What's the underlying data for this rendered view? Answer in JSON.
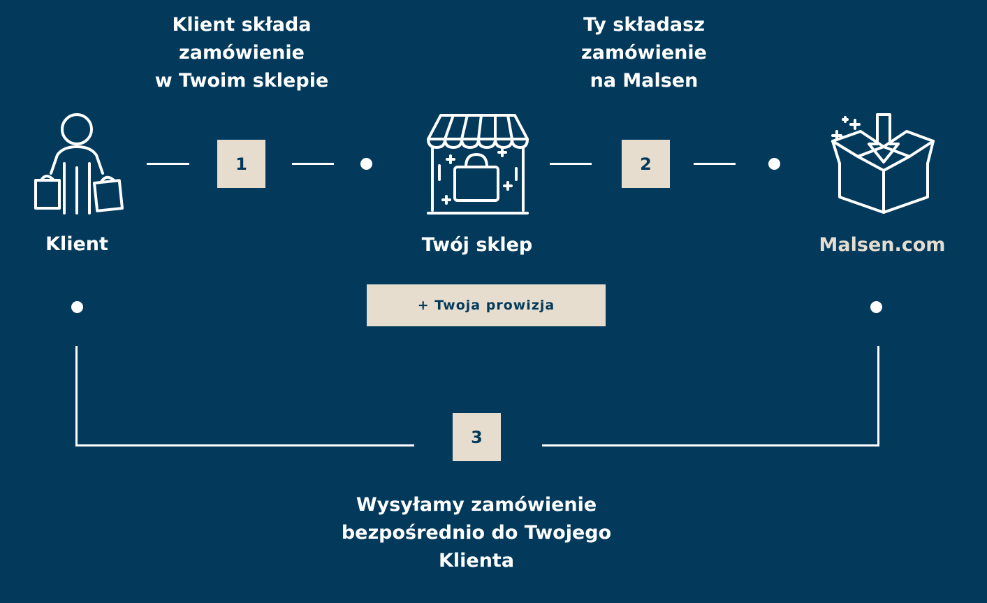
{
  "steps": {
    "step1": {
      "number": "1",
      "text": "Klient składa\nzamówienie\nw Twoim sklepie"
    },
    "step2": {
      "number": "2",
      "text": "Ty składasz\nzamówienie\nna Malsen"
    },
    "step3": {
      "number": "3",
      "text": "Wysyłamy zamówienie\nbezpośrednio do Twojego\nKlienta"
    }
  },
  "nodes": {
    "klient": {
      "label": "Klient",
      "icon": "shopper-icon"
    },
    "sklep": {
      "label": "Twój sklep",
      "icon": "storefront-icon"
    },
    "malsen": {
      "label": "Malsen.com",
      "icon": "package-box-icon"
    }
  },
  "commission": {
    "label": "+ Twoja prowizja"
  },
  "colors": {
    "background": "#033A5C",
    "box": "#E7DDCE",
    "text": "#FFFFFF",
    "accent_text": "#033A5C"
  }
}
